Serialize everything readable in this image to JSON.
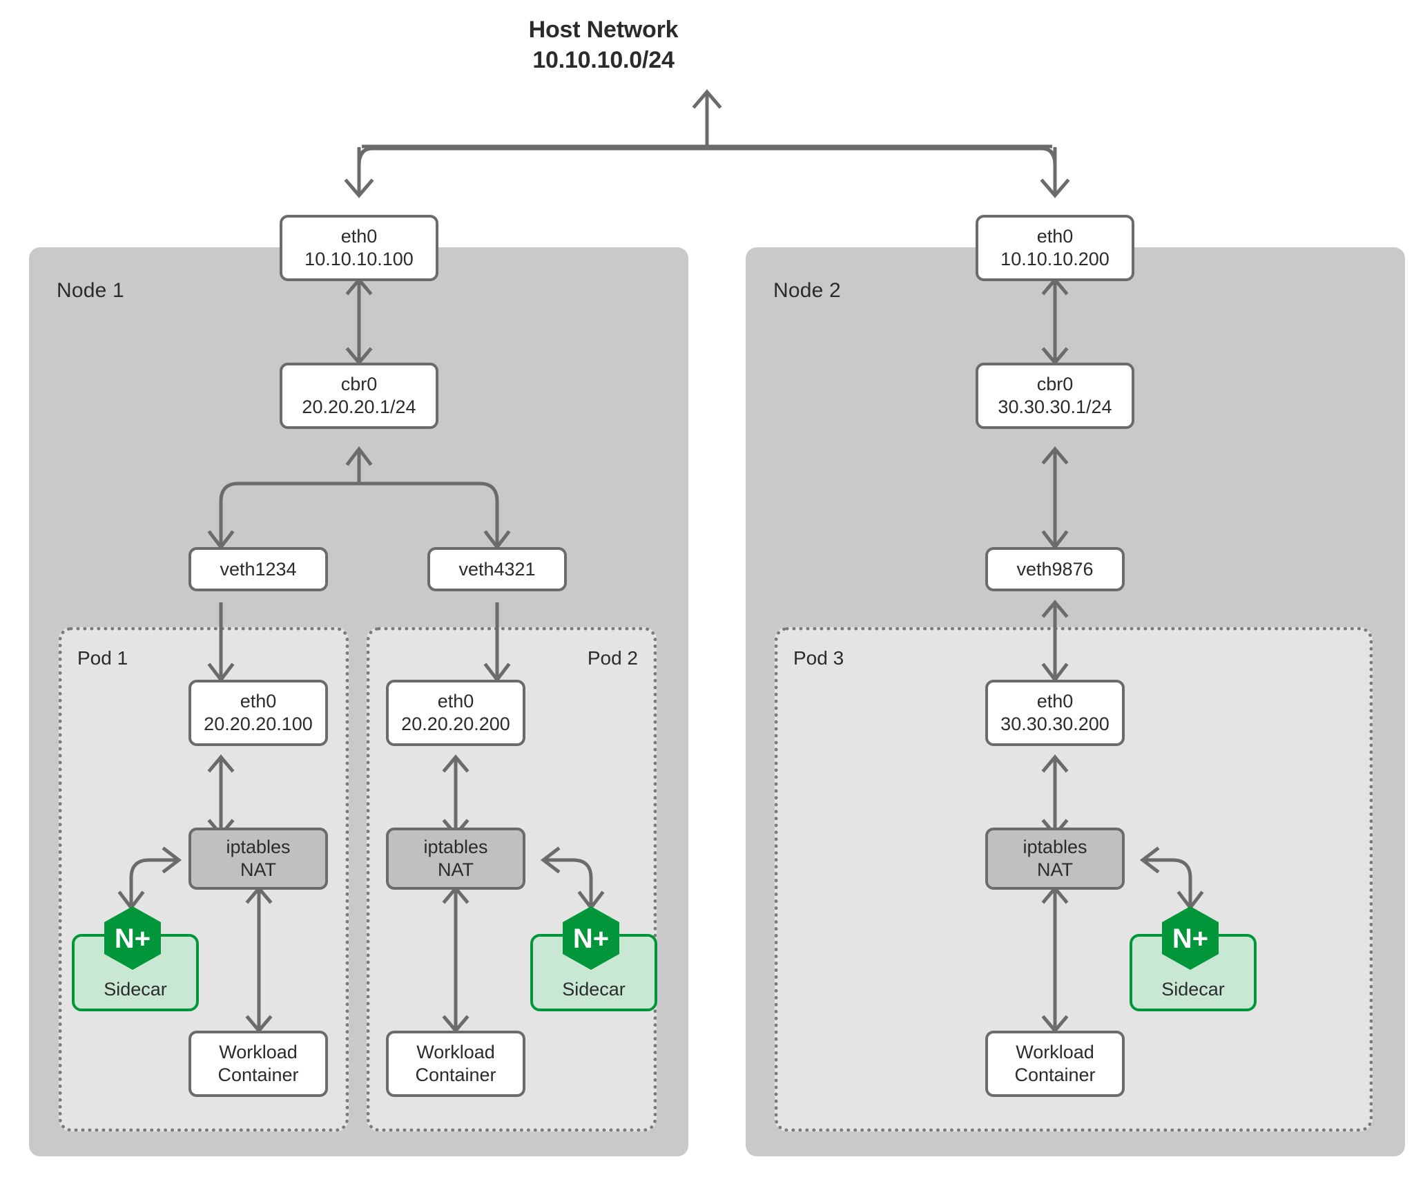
{
  "diagram": {
    "title_line1": "Host Network",
    "title_line2": "10.10.10.0/24"
  },
  "colors": {
    "node_fill": "#c9c9c9",
    "pod_fill": "#e4e4e4",
    "box_border": "#6b6b6b",
    "nat_fill": "#c0c0c0",
    "sidecar_fill": "#c9e8d4",
    "sidecar_border": "#009639",
    "nplus_green": "#009639",
    "text": "#2b2b2b",
    "canvas": "#ffffff"
  },
  "nodes": [
    {
      "label": "Node 1",
      "eth0": {
        "name": "eth0",
        "ip": "10.10.10.100"
      },
      "bridge": {
        "name": "cbr0",
        "ip": "20.20.20.1/24"
      },
      "veths": [
        "veth1234",
        "veth4321"
      ],
      "pods": [
        {
          "label": "Pod 1",
          "label_align": "left",
          "eth0": {
            "name": "eth0",
            "ip": "20.20.20.100"
          },
          "nat": {
            "line1": "iptables",
            "line2": "NAT"
          },
          "sidecar": {
            "label": "Sidecar",
            "badge": "N+",
            "side": "left"
          },
          "workload": {
            "line1": "Workload",
            "line2": "Container"
          }
        },
        {
          "label": "Pod 2",
          "label_align": "right",
          "eth0": {
            "name": "eth0",
            "ip": "20.20.20.200"
          },
          "nat": {
            "line1": "iptables",
            "line2": "NAT"
          },
          "sidecar": {
            "label": "Sidecar",
            "badge": "N+",
            "side": "right"
          },
          "workload": {
            "line1": "Workload",
            "line2": "Container"
          }
        }
      ]
    },
    {
      "label": "Node 2",
      "eth0": {
        "name": "eth0",
        "ip": "10.10.10.200"
      },
      "bridge": {
        "name": "cbr0",
        "ip": "30.30.30.1/24"
      },
      "veths": [
        "veth9876"
      ],
      "pods": [
        {
          "label": "Pod 3",
          "label_align": "left",
          "eth0": {
            "name": "eth0",
            "ip": "30.30.30.200"
          },
          "nat": {
            "line1": "iptables",
            "line2": "NAT"
          },
          "sidecar": {
            "label": "Sidecar",
            "badge": "N+",
            "side": "right"
          },
          "workload": {
            "line1": "Workload",
            "line2": "Container"
          }
        }
      ]
    }
  ]
}
